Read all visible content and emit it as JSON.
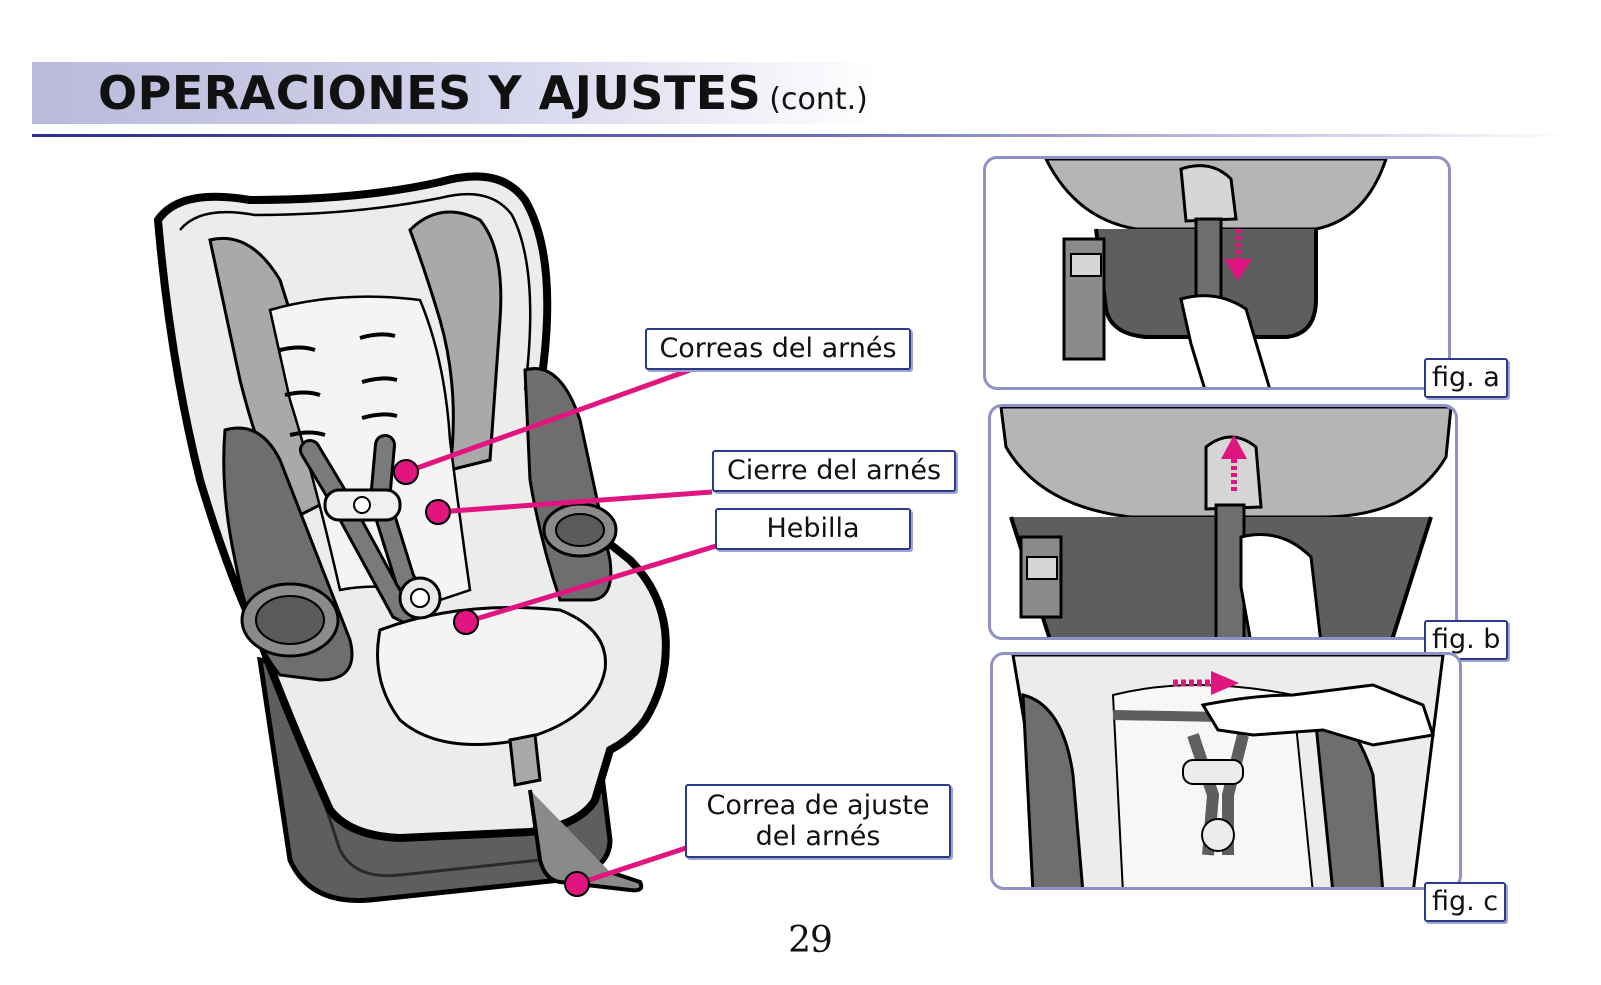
{
  "header": {
    "title": "OPERACIONES Y AJUSTES",
    "title_suffix": "(cont.)"
  },
  "callouts": {
    "correas": "Correas del arnés",
    "cierre": "Cierre del arnés",
    "hebilla": "Hebilla",
    "correa_ajuste": "Correa de ajuste del arnés"
  },
  "figures": {
    "a": {
      "label": "fig. a"
    },
    "b": {
      "label": "fig. b"
    },
    "c": {
      "label": "fig. c"
    }
  },
  "page": {
    "number": "29"
  },
  "colors": {
    "accent_magenta": "#e0157f",
    "border_navy": "#2c3a8c",
    "panel_border": "#8f91c8",
    "header_band": "#b9b9dc",
    "seat_dark": "#6e6e6e",
    "seat_mid": "#a9a9a9",
    "seat_light": "#d6d6d6"
  }
}
